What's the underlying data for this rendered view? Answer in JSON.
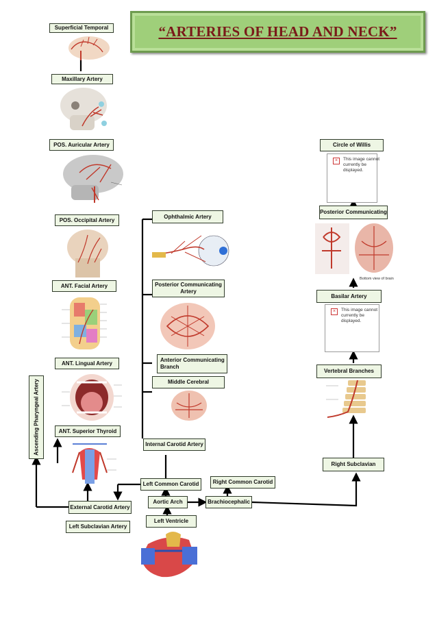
{
  "title": "“ARTERIES OF HEAD AND NECK”",
  "boxes": {
    "superficial_temporal": "Superficial Temporal",
    "maxillary": "Maxillary Artery",
    "pos_auricular": "POS. Auricular Artery",
    "pos_occipital": "POS. Occipital Artery",
    "ant_facial": "ANT. Facial Artery",
    "ant_lingual": "ANT. Lingual Artery",
    "ant_superior_thyroid": "ANT. Superior Thyroid",
    "ascending_pharyngeal": "Ascending Pharyngeal Artery",
    "external_carotid": "External Carotid Artery",
    "left_subclavian": "Left Subclavian Artery",
    "left_common_carotid": "Left Common Carotid",
    "aortic_arch": "Aortic Arch",
    "left_ventricle": "Left Ventricle",
    "brachiocephalic": "Brachiocephalic",
    "right_common_carotid": "Right Common Carotid",
    "internal_carotid": "Internal Carotid Artery",
    "ophthalmic": "Ophthalmic Artery",
    "posterior_communicating_artery": "Posterior Communicating Artery",
    "anterior_communicating_branch": "Anterior Communicating Branch",
    "middle_cerebral": "Middle Cerebral",
    "circle_of_willis": "Circle of Willis",
    "posterior_communicating": "Posterior Communicating",
    "basilar": "Basilar Artery",
    "vertebral_branches": "Vertebral Branches",
    "right_subclavian": "Right Subclavian"
  },
  "broken_image_text": "This image cannot currently be displayed.",
  "brain_caption": "Bottom view of brain",
  "colors": {
    "box_fill": "#eef6e4",
    "title_fill": "#9fcf7a",
    "title_text": "#7a1a1a",
    "artery_red": "#c0392b"
  }
}
